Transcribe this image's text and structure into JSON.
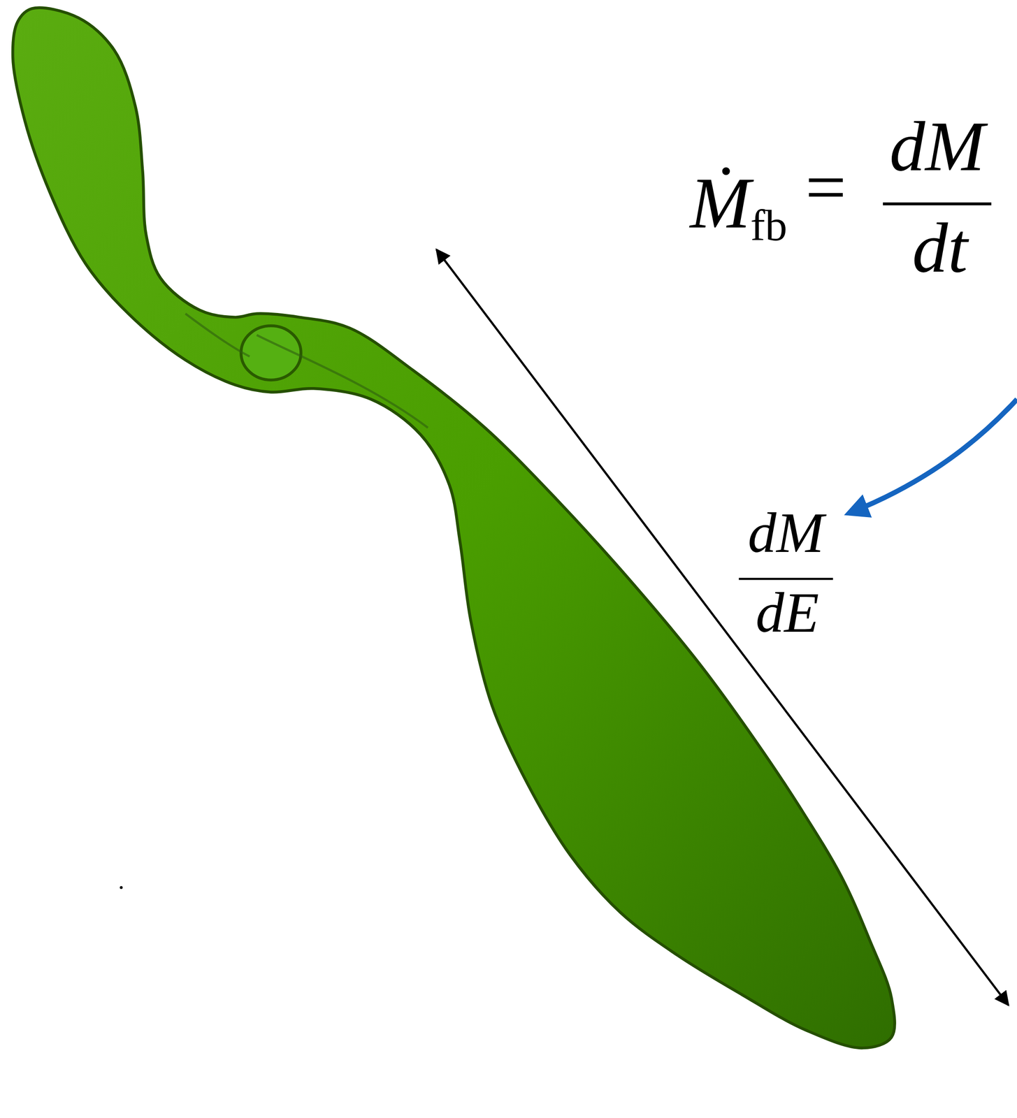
{
  "diagram": {
    "labels": [
      "Ṁ",
      "fb",
      "=",
      "dM",
      "dt",
      "dM",
      "dE"
    ]
  }
}
